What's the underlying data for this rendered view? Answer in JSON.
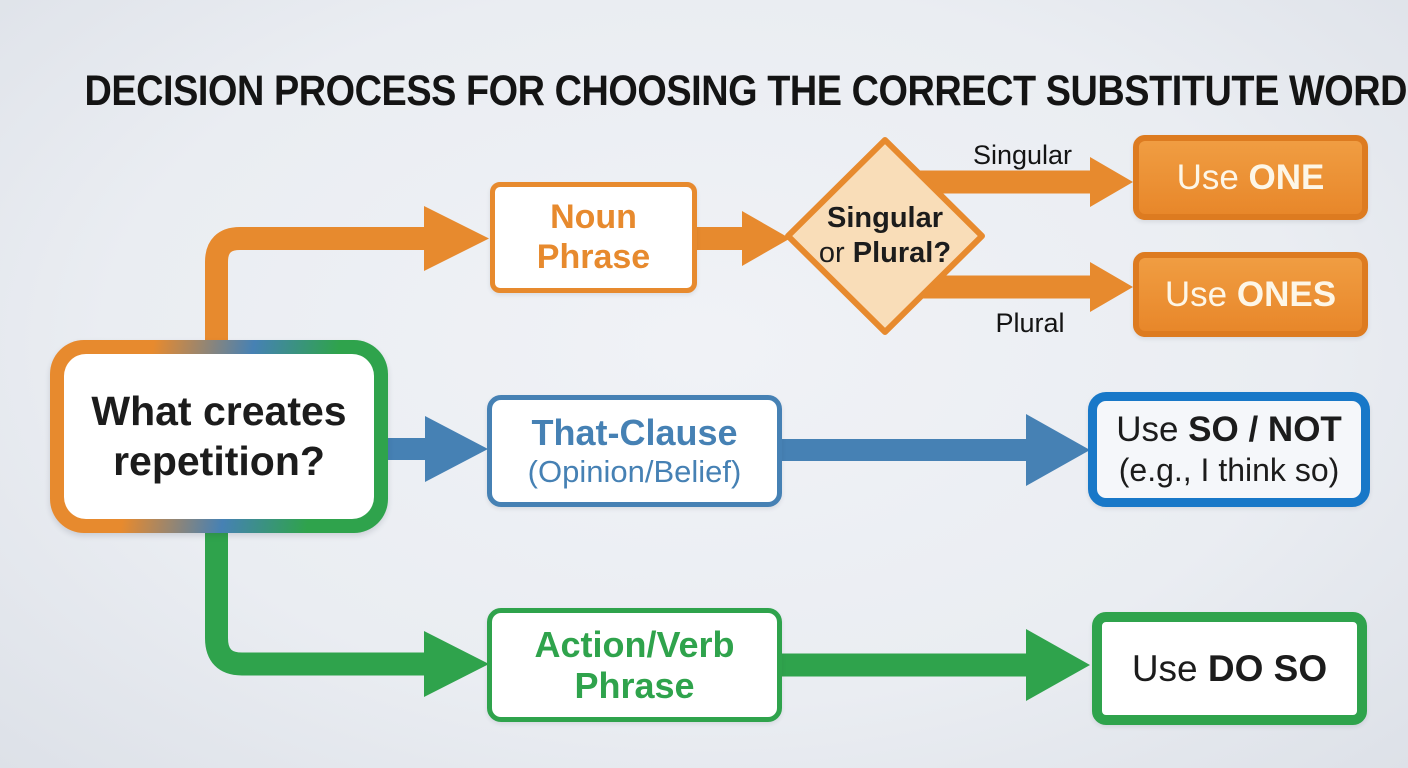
{
  "title": "DECISION PROCESS FOR CHOOSING THE CORRECT SUBSTITUTE WORD",
  "colors": {
    "orange": "#E78A2E",
    "orange_dark": "#DD7B20",
    "diamond_fill": "#F9DDB8",
    "blue": "#4681B4",
    "blue_bright": "#1878C8",
    "green": "#2FA34C",
    "cream_text": "#FDF6E7",
    "background": "#EAEDF2"
  },
  "root_node": {
    "line1": "What creates",
    "line2": "repetition?"
  },
  "noun_branch": {
    "node": {
      "line1": "Noun",
      "line2": "Phrase"
    },
    "decision": {
      "line1": "Singular",
      "line2_prefix": "or ",
      "line2_bold": "Plural?"
    },
    "edge_singular": "Singular",
    "edge_plural": "Plural",
    "outcome_one": {
      "prefix": "Use ",
      "bold": "ONE"
    },
    "outcome_ones": {
      "prefix": "Use ",
      "bold": "ONES"
    }
  },
  "that_branch": {
    "node": {
      "line1": "That-Clause",
      "line2": "(Opinion/Belief)"
    },
    "outcome": {
      "prefix": "Use ",
      "bold": "SO / NOT",
      "line2": "(e.g., I think so)"
    }
  },
  "action_branch": {
    "node": {
      "line1": "Action/Verb",
      "line2": "Phrase"
    },
    "outcome": {
      "prefix": "Use ",
      "bold": "DO SO"
    }
  }
}
